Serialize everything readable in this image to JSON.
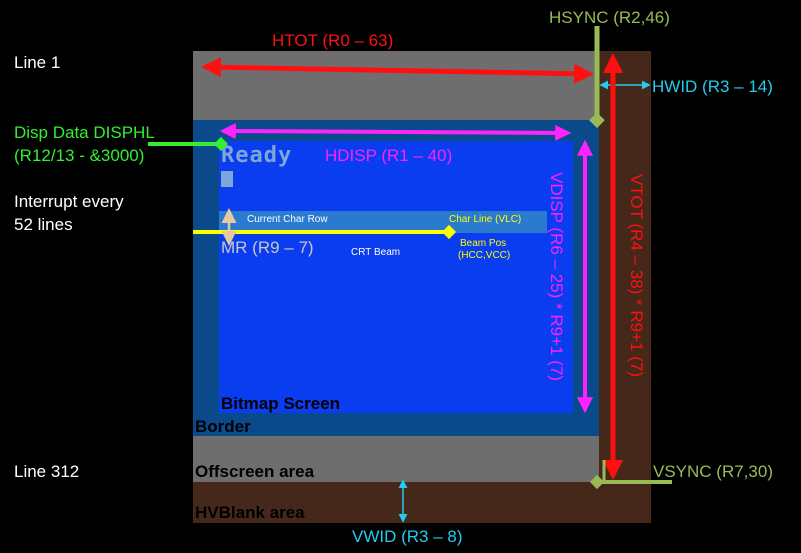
{
  "colors": {
    "background": "#000000",
    "hvblank": "#45281a",
    "offscreen": "#6e6e6e",
    "border": "#0a4a8a",
    "screen": "#0a3cf0",
    "char_row": "#2a7ad0",
    "htot": "#ff1010",
    "hsync": "#99bb55",
    "hwid": "#22ccee",
    "disp_data": "#33ee33",
    "hdisp": "#ff22ff",
    "mr": "#ffff00",
    "ready_text": "#7da7d8"
  },
  "labels": {
    "line1": "Line 1",
    "line312": "Line 312",
    "disp_data": "Disp Data DISPHL",
    "disp_data_reg": "(R12/13 - &3000)",
    "interrupt_1": "Interrupt every",
    "interrupt_2": "52 lines",
    "htot": "HTOT (R0 – 63)",
    "hsync": "HSYNC (R2,46)",
    "hwid": "HWID (R3 – 14)",
    "hdisp": "HDISP (R1 – 40)",
    "vdisp": "VDISP (R6 – 25) * R9+1 (7)",
    "vtot": "VTOT (R4 – 38) * R9+1 (7)",
    "vsync": "VSYNC (R7,30)",
    "vwid": "VWID (R3 – 8)",
    "ready": "Ready",
    "current_char_row": "Current Char Row",
    "char_line": "Char Line (VLC)",
    "mr": "MR (R9 – 7)",
    "crt_beam": "CRT Beam",
    "beam_pos_1": "Beam Pos",
    "beam_pos_2": "(HCC,VCC)",
    "bitmap_screen": "Bitmap Screen",
    "border": "Border",
    "offscreen_area": "Offscreen area",
    "hvblank_area": "HVBlank area"
  }
}
